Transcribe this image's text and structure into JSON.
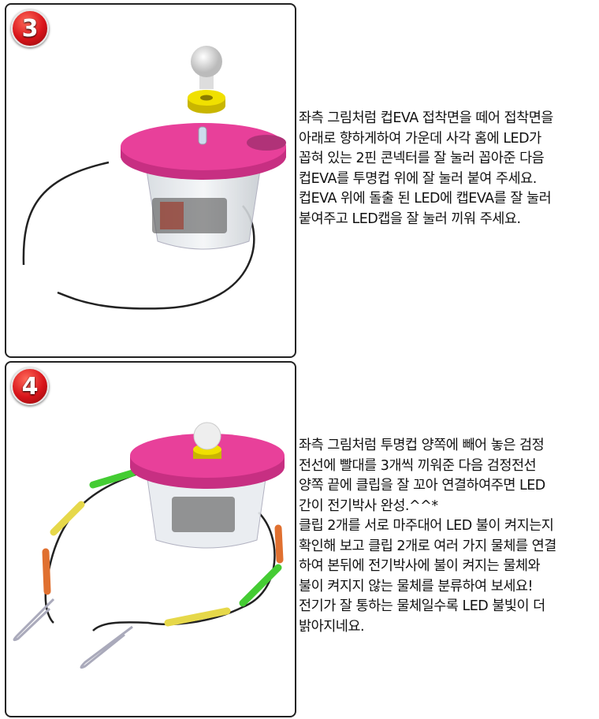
{
  "steps": [
    {
      "number": "3",
      "text": "좌측 그림처럼 컵EVA 접착면을 떼어 접착면을\n아래로 향하게하여 가운데 사각 홈에 LED가\n꼽혀 있는 2핀 콘넥터를 잘 눌러 꼽아준 다음\n컵EVA를 투명컵 위에 잘 눌러 붙여 주세요.\n컵EVA 위에 돌출 된 LED에 캡EVA를 잘 눌러\n붙여주고 LED캡을 잘 눌러 끼워 주세요."
    },
    {
      "number": "4",
      "text": "좌측 그림처럼 투명컵 양쪽에 빼어 놓은 검정\n전선에 빨대를 3개씩 끼워준 다음 검정전선\n양쪽 끝에 클립을 잘 꼬아 연결하여주면 LED\n간이 전기박사 완성.^^*\n클립 2개를 서로 마주대어 LED 불이 켜지는지\n확인해 보고 클립 2개로 여러 가지 물체를 연결\n하여 본뒤에 전기박사에 불이 켜지는 물체와\n불이 켜지지 않는 물체를 분류하여 보세요!\n전기가 잘 통하는 물체일수록 LED 불빛이 더\n밝아지네요."
    }
  ],
  "colors": {
    "eva_pink": "#e8409a",
    "cap_yellow": "#f0e000",
    "badge_red": "#d8141a"
  }
}
